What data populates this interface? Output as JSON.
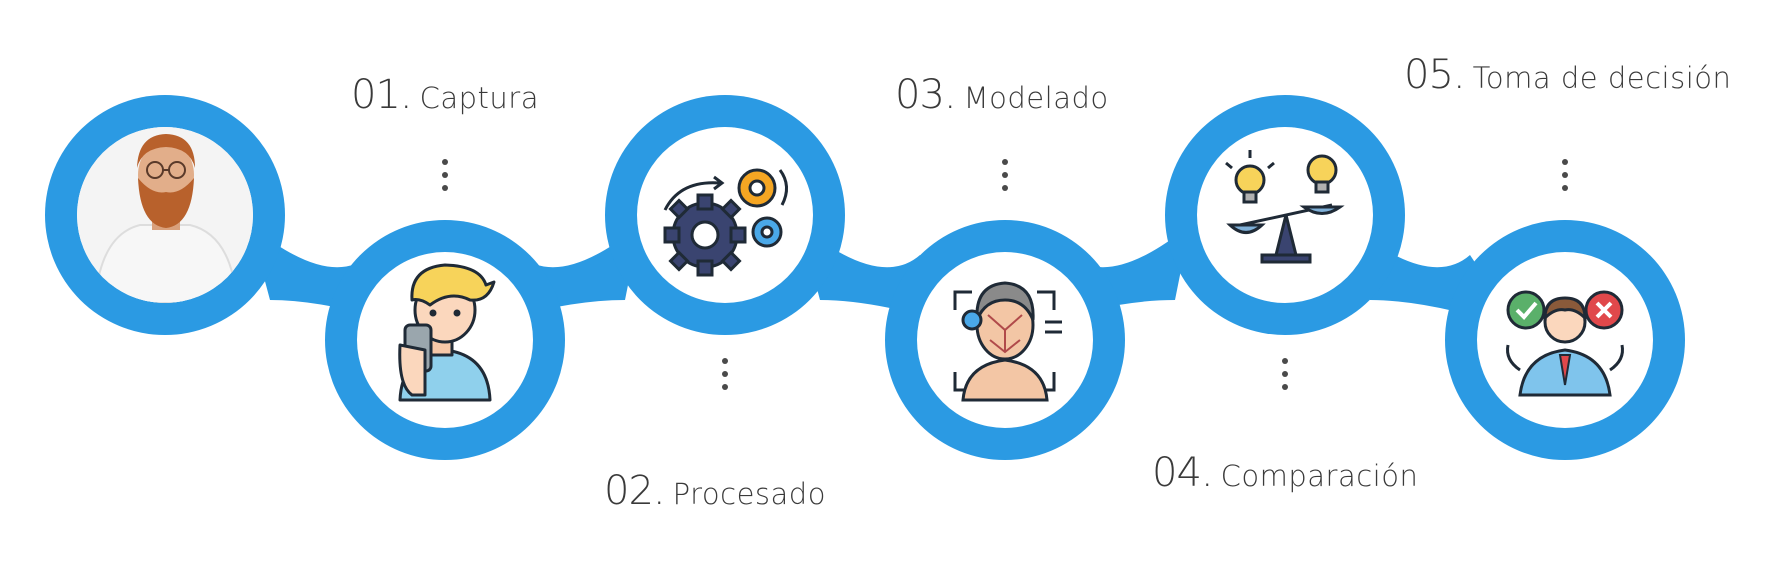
{
  "steps": [
    {
      "number": "01.",
      "label": "Captura",
      "icon": "person-photo-icon"
    },
    {
      "number": "02.",
      "label": "Procesado",
      "icon": "selfie-phone-icon"
    },
    {
      "number": "03.",
      "label": "Modelado",
      "icon": "gears-icon"
    },
    {
      "number": "04.",
      "label": "Comparación",
      "icon": "face-scan-icon"
    },
    {
      "number": "05.",
      "label": "Toma de decisión",
      "icon": "balance-bulbs-icon"
    }
  ],
  "final_icon": "decision-person-icon",
  "colors": {
    "ring": "#2b9ae3",
    "text": "#3a3a3a",
    "dots": "#4a4a4a"
  }
}
